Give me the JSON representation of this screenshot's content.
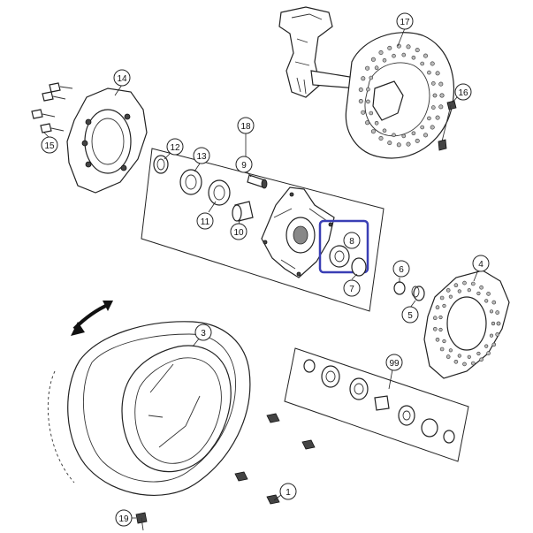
{
  "diagram": {
    "callouts": [
      {
        "id": "c1",
        "label": "1"
      },
      {
        "id": "c3",
        "label": "3"
      },
      {
        "id": "c4",
        "label": "4"
      },
      {
        "id": "c5",
        "label": "5"
      },
      {
        "id": "c6",
        "label": "6"
      },
      {
        "id": "c7",
        "label": "7"
      },
      {
        "id": "c8",
        "label": "8"
      },
      {
        "id": "c9",
        "label": "9"
      },
      {
        "id": "c10",
        "label": "10"
      },
      {
        "id": "c11",
        "label": "11"
      },
      {
        "id": "c12",
        "label": "12"
      },
      {
        "id": "c13",
        "label": "13"
      },
      {
        "id": "c14",
        "label": "14"
      },
      {
        "id": "c15",
        "label": "15"
      },
      {
        "id": "c16",
        "label": "16"
      },
      {
        "id": "c17",
        "label": "17"
      },
      {
        "id": "c18",
        "label": "18"
      },
      {
        "id": "c19",
        "label": "19"
      },
      {
        "id": "c99",
        "label": "99"
      }
    ],
    "highlight_color": "#3a3fb5",
    "line_color": "#222222"
  }
}
